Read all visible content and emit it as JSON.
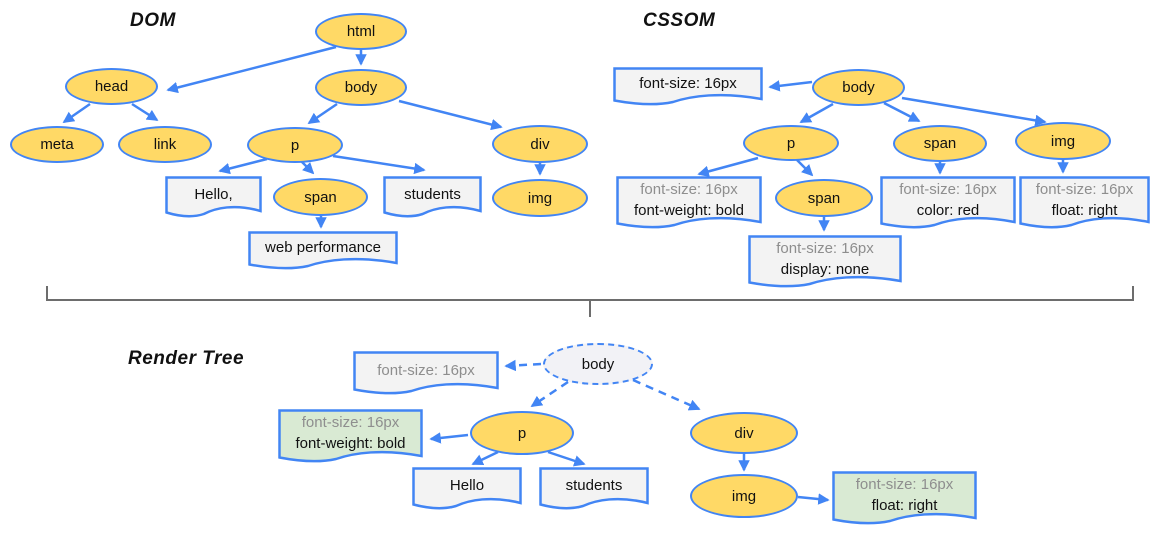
{
  "colors": {
    "node_fill": "#ffd966",
    "edge_blue": "#4285f4",
    "box_fill": "#f3f3f3",
    "green_fill": "#d9ead3",
    "gray_text": "#8e8e8e",
    "divider_gray": "#6d6d6d",
    "render_body_fill": "#f2f2f6"
  },
  "dom": {
    "title": "DOM",
    "nodes": {
      "html": "html",
      "head": "head",
      "body": "body",
      "meta": "meta",
      "link": "link",
      "p": "p",
      "div": "div",
      "span": "span",
      "img": "img"
    },
    "text_nodes": {
      "hello": "Hello,",
      "students": "students",
      "web_performance": "web performance"
    }
  },
  "cssom": {
    "title": "CSSOM",
    "nodes": {
      "body": "body",
      "p": "p",
      "span": "span",
      "img": "img",
      "span_child": "span"
    },
    "rules": {
      "body_line1": "font-size: 16px",
      "p_line1": "font-size: 16px",
      "p_line2": "font-weight: bold",
      "span_line1": "font-size: 16px",
      "span_line2": "color: red",
      "img_line1": "font-size: 16px",
      "img_line2": "float: right",
      "span_child_line1": "font-size: 16px",
      "span_child_line2": "display: none"
    }
  },
  "render_tree": {
    "title": "Render Tree",
    "nodes": {
      "body": "body",
      "p": "p",
      "div": "div",
      "img": "img"
    },
    "text_nodes": {
      "hello": "Hello",
      "students": "students"
    },
    "rules": {
      "body_line1": "font-size: 16px",
      "p_line1": "font-size: 16px",
      "p_line2": "font-weight: bold",
      "img_line1": "font-size: 16px",
      "img_line2": "float: right"
    }
  }
}
